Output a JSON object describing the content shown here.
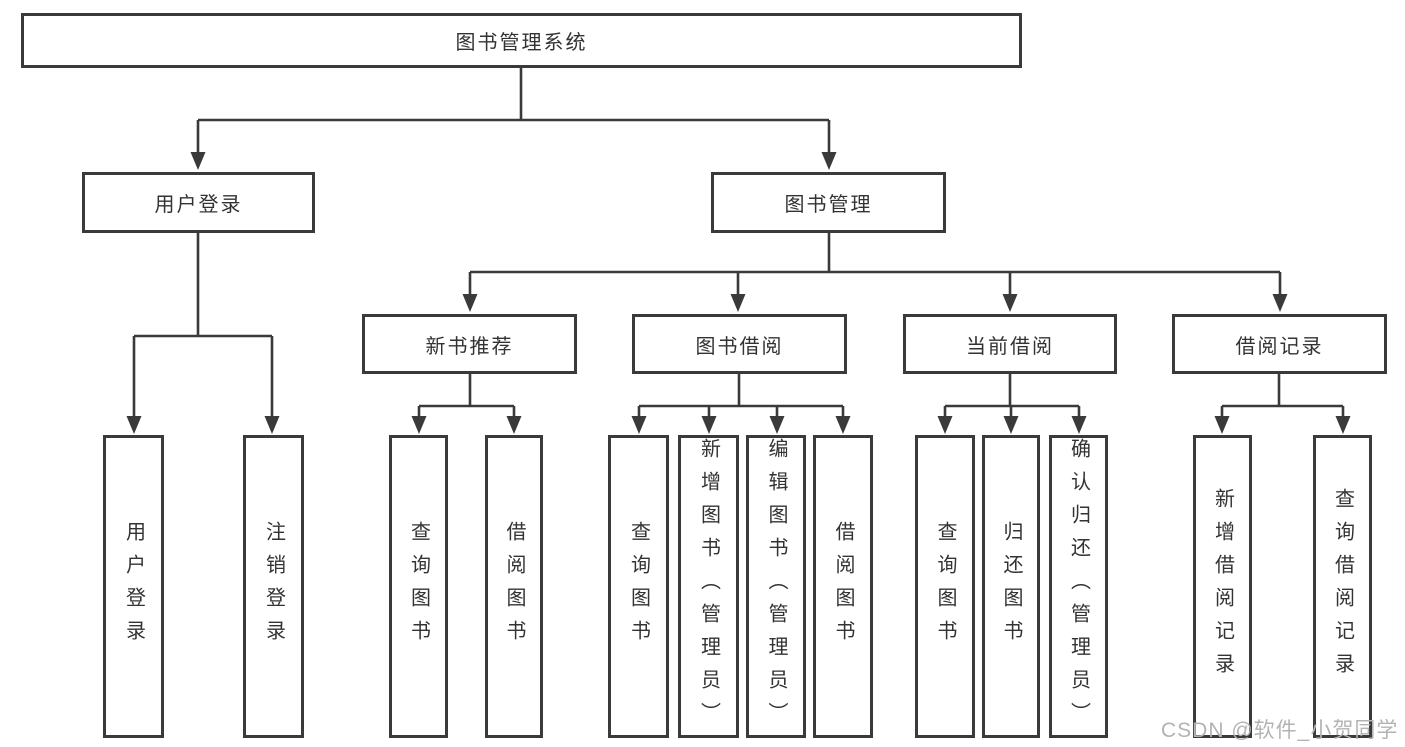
{
  "tree": {
    "root": {
      "label": "图书管理系统"
    },
    "children": [
      {
        "label": "用户登录",
        "children": [
          {
            "label": "用户登录"
          },
          {
            "label": "注销登录"
          }
        ]
      },
      {
        "label": "图书管理",
        "children": [
          {
            "label": "新书推荐",
            "children": [
              {
                "label": "查询图书"
              },
              {
                "label": "借阅图书"
              }
            ]
          },
          {
            "label": "图书借阅",
            "children": [
              {
                "label": "查询图书"
              },
              {
                "label": "新增图书（管理员）"
              },
              {
                "label": "编辑图书（管理员）"
              },
              {
                "label": "借阅图书"
              }
            ]
          },
          {
            "label": "当前借阅",
            "children": [
              {
                "label": "查询图书"
              },
              {
                "label": "归还图书"
              },
              {
                "label": "确认归还（管理员）"
              }
            ]
          },
          {
            "label": "借阅记录",
            "children": [
              {
                "label": "新增借阅记录"
              },
              {
                "label": "查询借阅记录"
              }
            ]
          }
        ]
      }
    ]
  },
  "watermark": "CSDN @软件_小贺同学",
  "colors": {
    "line": "#3a3a3a",
    "text": "#333333",
    "watermark": "#b3b3b3",
    "background": "#ffffff"
  }
}
